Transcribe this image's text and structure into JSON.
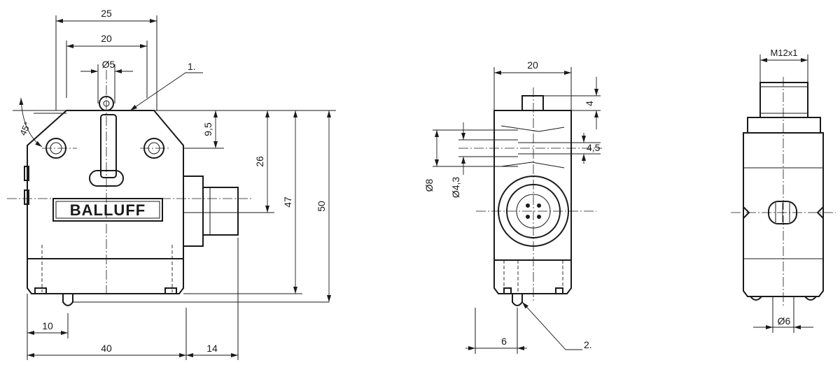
{
  "logo_text": "BALLUFF",
  "dimensions": {
    "w25": "25",
    "w20": "20",
    "d5": "Ø5",
    "h9_5": "9,5",
    "h26": "26",
    "h47": "47",
    "h50": "50",
    "w10": "10",
    "w40": "40",
    "w14": "14",
    "angle45": "45°",
    "mid_w20": "20",
    "mid_h4": "4",
    "mid_d8": "Ø8",
    "mid_d4_3": "Ø4,3",
    "mid_4_5": "4,5",
    "mid_w6": "6",
    "thread": "M12x1",
    "right_d6": "Ø6"
  },
  "callouts": {
    "c1": "1.",
    "c2": "2."
  }
}
